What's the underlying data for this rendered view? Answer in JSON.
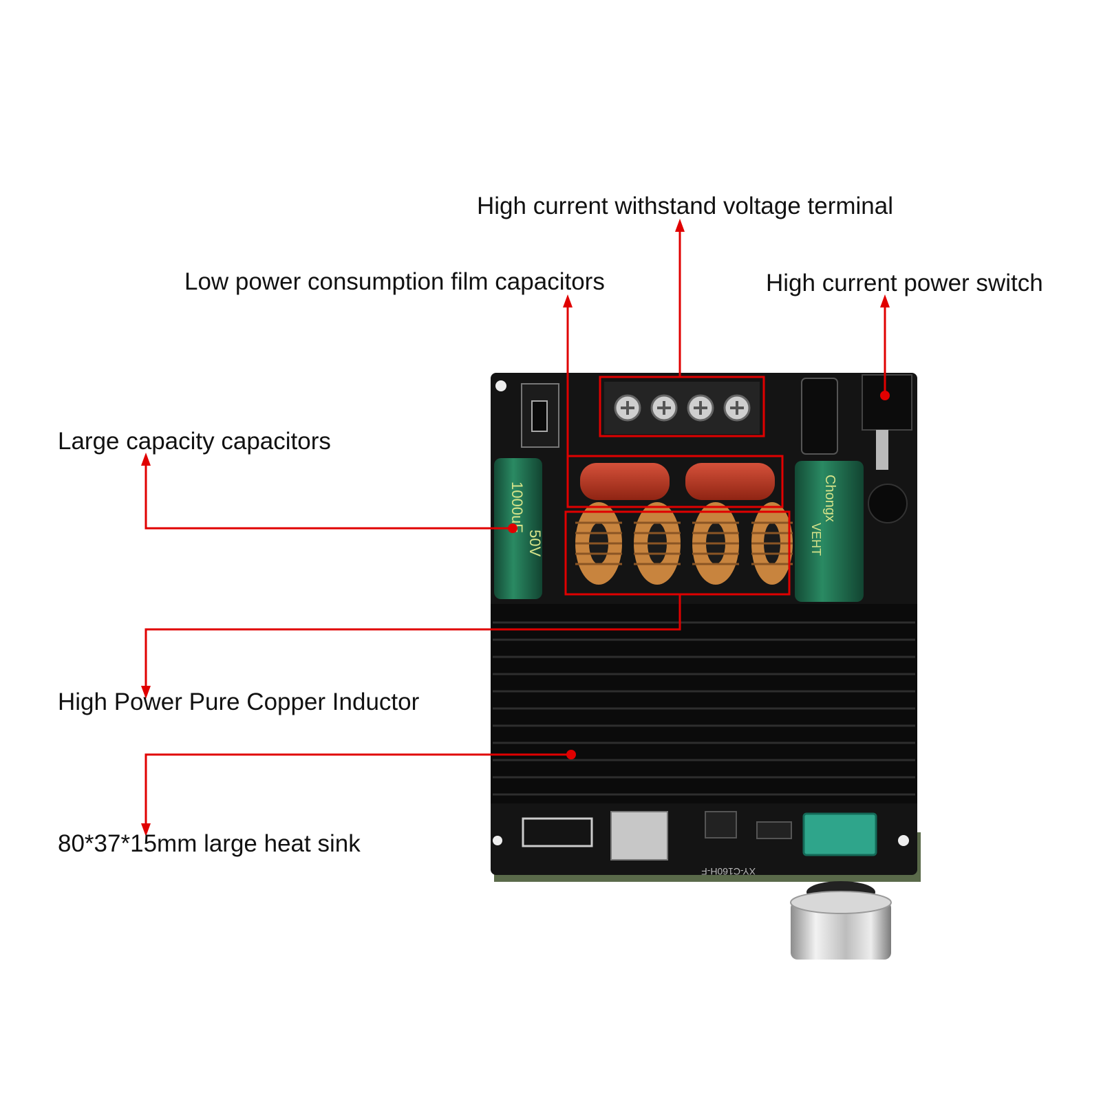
{
  "labels": {
    "terminal": "High current withstand voltage terminal",
    "film_caps": "Low power consumption film capacitors",
    "power_switch": "High current power switch",
    "large_caps": "Large capacity capacitors",
    "inductor": "High Power Pure Copper Inductor",
    "heat_sink": "80*37*15mm large heat sink"
  },
  "board_print": {
    "cap_left_text": "1000uF",
    "cap_left_volt": "50V",
    "cap_right_brand": "Chongx",
    "cap_right_series": "VEHT",
    "part_marking": "XY-C160H-F"
  },
  "colors": {
    "callout": "#e00000",
    "pcb": "#141414",
    "heatsink": "#0b0b0b",
    "capacitor": "#1f6b4e",
    "film_cap": "#b3341c",
    "copper": "#c8843e"
  }
}
